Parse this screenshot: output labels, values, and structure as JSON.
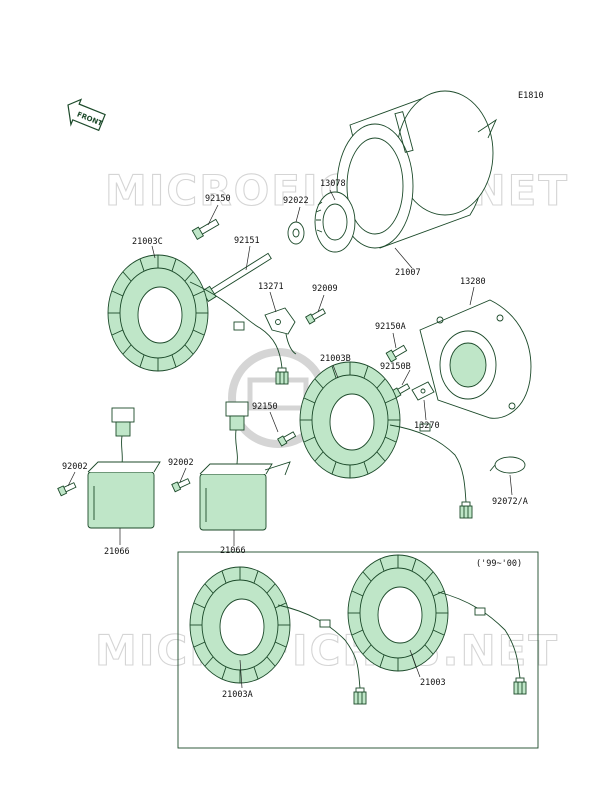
{
  "diagram_code": "E1810",
  "front_label": "FRONT",
  "watermark": "MICROFICHES.NET",
  "year_note": "('99~'00)",
  "colors": {
    "part_fill": "#bfe6c8",
    "ink": "#1c4a2a",
    "label": "#111111",
    "watermark": "#d5d5d5"
  },
  "labels": {
    "p21007": "21007",
    "p13078": "13078",
    "p92022": "92022",
    "p92150_top": "92150",
    "p92151": "92151",
    "p21003C": "21003C",
    "p13271": "13271",
    "p92009": "92009",
    "p13280": "13280",
    "p92150A": "92150A",
    "p92150B": "92150B",
    "p21003B": "21003B",
    "p92150_mid": "92150",
    "p13270": "13270",
    "p92002_left": "92002",
    "p92002_mid": "92002",
    "p21066_left": "21066",
    "p21066_mid": "21066",
    "p92072A": "92072/A",
    "p21003A": "21003A",
    "p21003": "21003"
  }
}
